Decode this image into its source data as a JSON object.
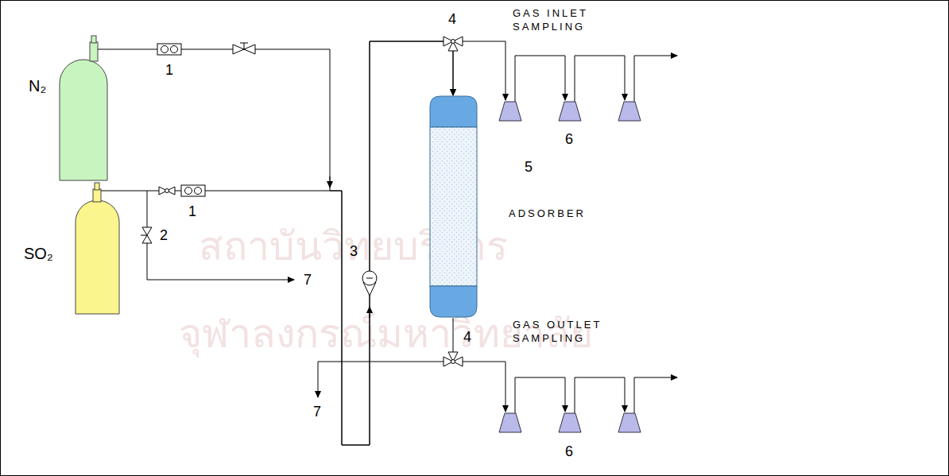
{
  "diagram": {
    "nodes": [
      {
        "text": [
          "N₂"
        ]
      },
      {
        "text": [
          "SO₂"
        ]
      },
      {
        "text": [
          "ADSORBER"
        ]
      }
    ],
    "edges": [
      {
        "from": 0,
        "to": 2,
        "arrow": "to"
      },
      {
        "from": 1,
        "to": 2,
        "arrow": "to"
      }
    ],
    "labels": [
      "4",
      "GAS INLET SAMPLING",
      "1",
      "6",
      "5",
      "1",
      "2",
      "3",
      "7",
      "4",
      "GAS OUTLET SAMPLING",
      "7",
      "6",
      "สถาบันวิทยบริการ",
      "จุฬาลงกรณ์มหาวิทยาลัย"
    ]
  }
}
